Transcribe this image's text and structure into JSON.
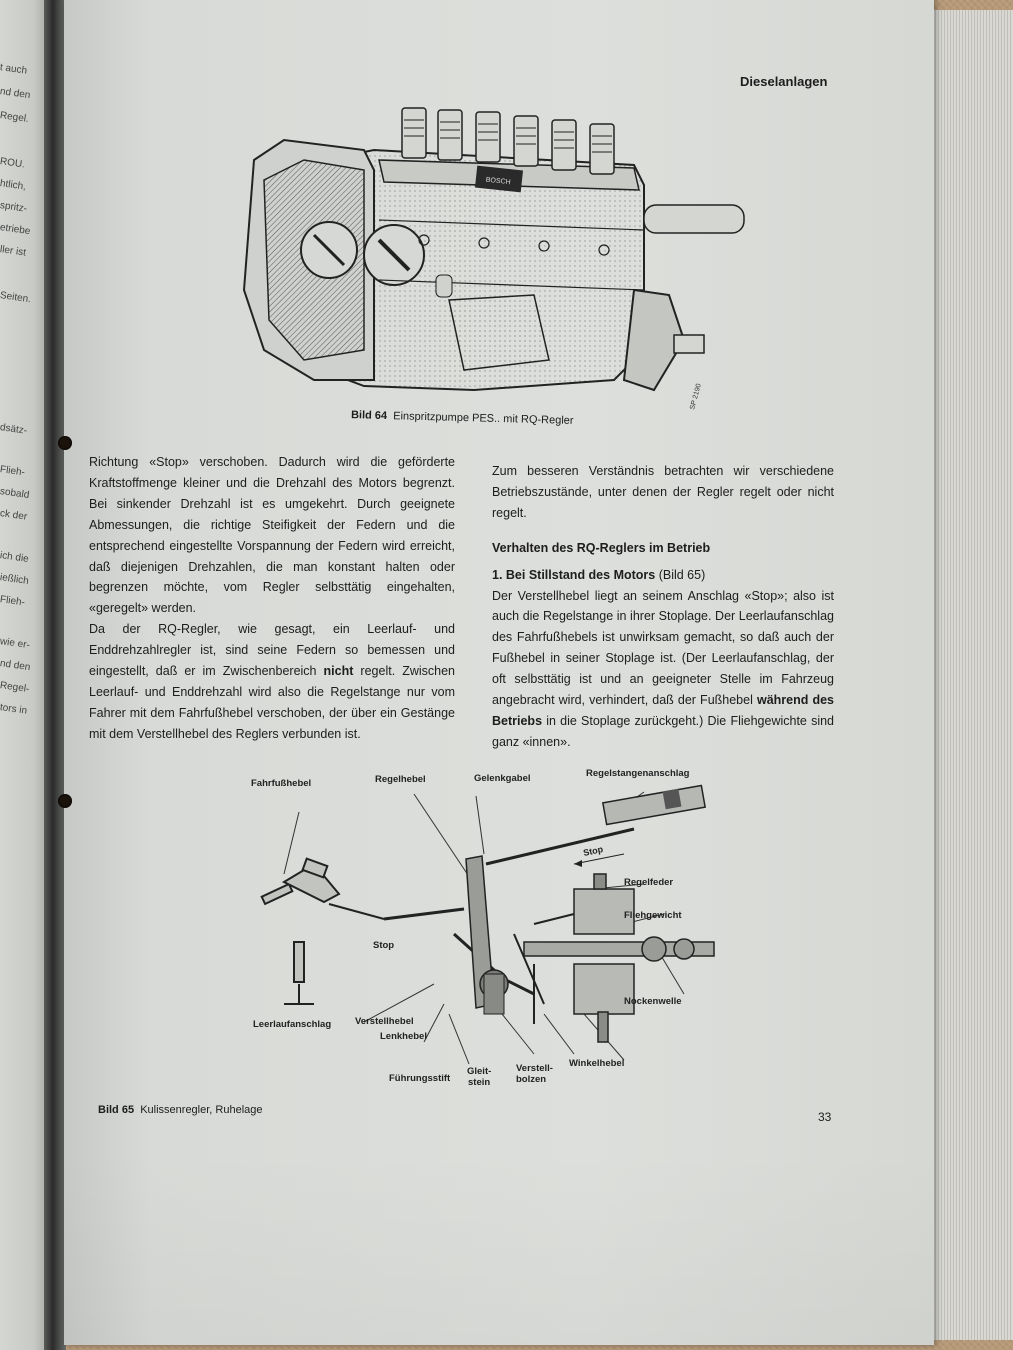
{
  "left_page": {
    "fragments": [
      "t auch",
      "nd den",
      "Regel.",
      "ROU.",
      "htlich,",
      "spritz-",
      "etriebe",
      "ller ist",
      "Seiten.",
      "dsätz-",
      "Flieh-",
      "sobald",
      "ck der",
      "ich die",
      "ießlich",
      "Flieh-",
      "wie er-",
      "nd den",
      "Regel-",
      "tors in"
    ]
  },
  "header": "Dieselanlagen",
  "figure64": {
    "label": "Bild 64",
    "caption": "Einspritzpumpe PES.. mit RQ-Regler",
    "brand_plate": "BOSCH",
    "drawing_no": "SP 2190"
  },
  "column1": {
    "p1_a": "Richtung «Stop» verschoben. Dadurch wird die geförderte Kraftstoffmenge kleiner und die Drehzahl des Motors begrenzt. Bei sinkender Drehzahl ist es umgekehrt. Durch geeignete Abmessungen, die richtige Steifigkeit der Federn und die entsprechend eingestellte Vorspannung der Federn wird erreicht, daß diejenigen Drehzahlen, die man konstant halten oder begrenzen möchte, vom Regler selbsttätig eingehalten, «geregelt» werden.",
    "p2_a": "Da der RQ-Regler, wie gesagt, ein Leerlauf- und Enddrehzahlregler ist, sind seine Federn so bemessen und eingestellt, daß er im Zwischenbereich ",
    "p2_bold": "nicht",
    "p2_b": " regelt. Zwischen Leerlauf- und Enddrehzahl wird also die Regelstange nur vom Fahrer mit dem Fahrfußhebel verschoben, der über ein Gestänge mit dem Verstellhebel des Reglers verbunden ist."
  },
  "column2": {
    "p1": "Zum besseren Verständnis betrachten wir verschiedene Betriebszustände, unter denen der Regler regelt oder nicht regelt.",
    "subheading": "Verhalten des RQ-Reglers im Betrieb",
    "case_bold": "1. Bei Stillstand des Motors",
    "case_ref": " (Bild 65)",
    "p2_a": "Der Verstellhebel liegt an seinem Anschlag «Stop»; also ist auch die Regelstange in ihrer Stoplage. Der Leerlaufanschlag des Fahrfußhebels ist unwirksam gemacht, so daß auch der Fußhebel in seiner Stoplage ist. (Der Leerlaufanschlag, der oft selbsttätig ist und an geeigneter Stelle im Fahrzeug angebracht wird, verhindert, daß der Fußhebel ",
    "p2_bold": "während des Betriebs",
    "p2_b": " in die Stoplage zurückgeht.) Die Fliehgewichte sind ganz «innen»."
  },
  "figure65": {
    "labels": {
      "fahrfusshebel": "Fahrfußhebel",
      "regelhebel": "Regelhebel",
      "gelenkgabel": "Gelenkgabel",
      "regelstangenanschlag": "Regelstangenanschlag",
      "stop_arrow": "Stop",
      "regelfeder": "Regelfeder",
      "fliehgewicht": "Fliehgewicht",
      "stop": "Stop",
      "nockenwelle": "Nockenwelle",
      "leerlaufanschlag": "Leerlaufanschlag",
      "verstellhebel": "Verstellhebel",
      "lenkhebel": "Lenkhebel",
      "winkelhebel": "Winkelhebel",
      "fuehrungsstift": "Führungsstift",
      "gleitstein_1": "Gleit-",
      "gleitstein_2": "stein",
      "verstellbolzen_1": "Verstell-",
      "verstellbolzen_2": "bolzen"
    },
    "label": "Bild 65",
    "caption": "Kulissenregler, Ruhelage"
  },
  "page_number": "33"
}
